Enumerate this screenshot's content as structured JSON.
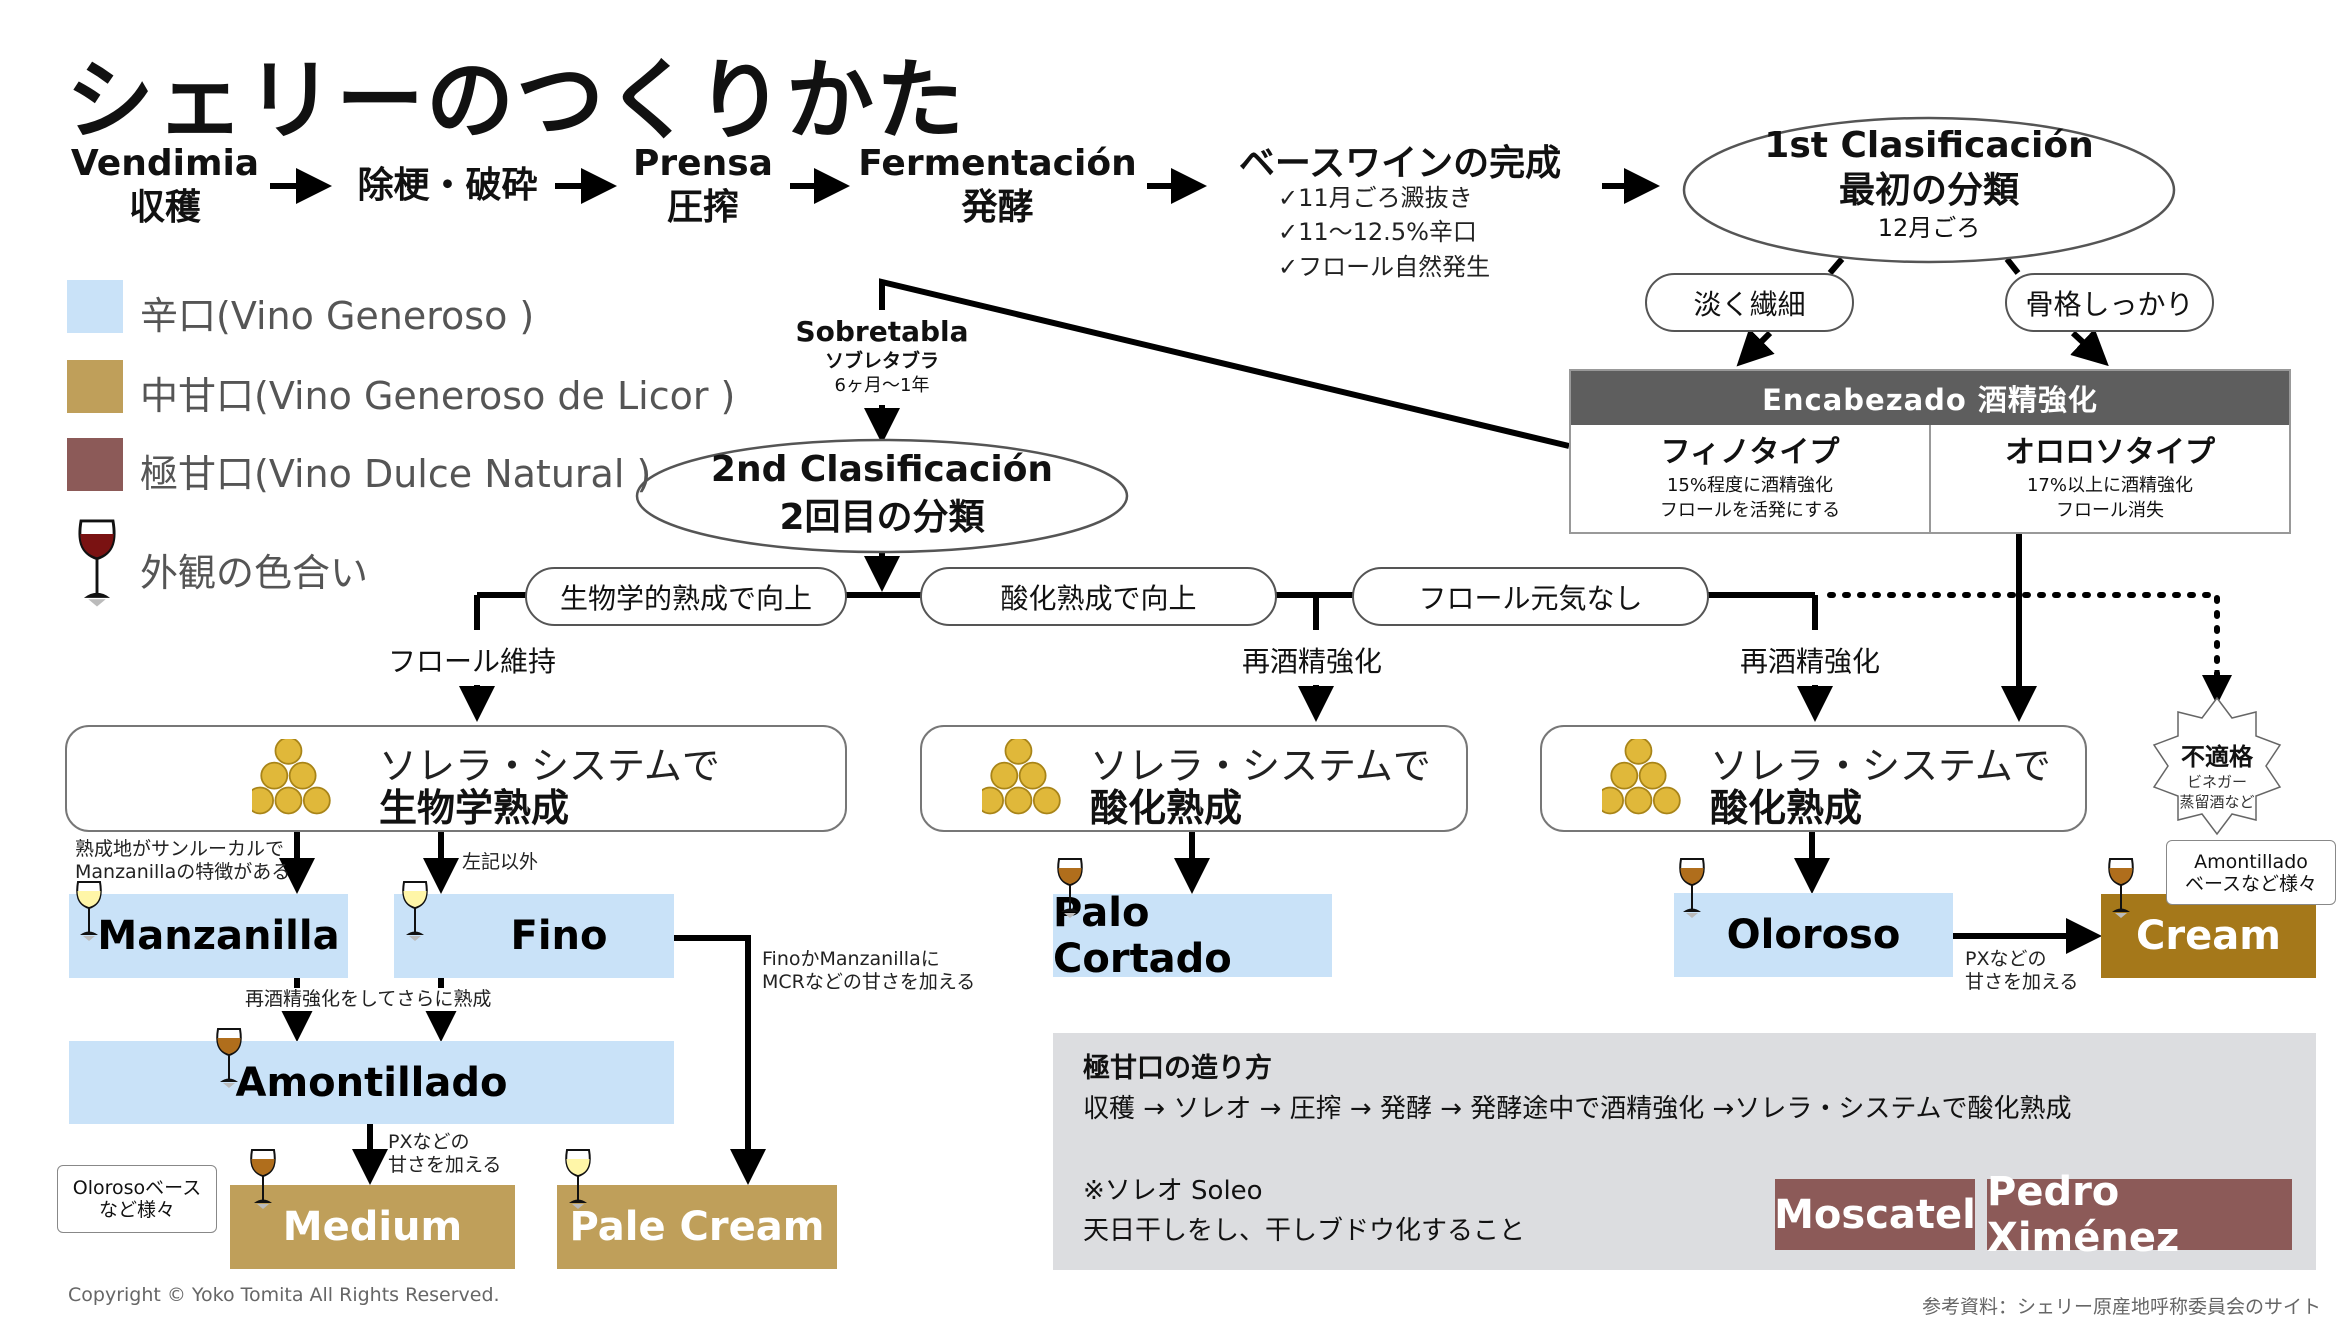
{
  "title": "シェリーのつくりかた",
  "process": [
    {
      "es": "Vendimia",
      "ja": "収穫"
    },
    {
      "es": "",
      "ja": "除梗・破砕"
    },
    {
      "es": "Prensa",
      "ja": "圧搾"
    },
    {
      "es": "Fermentación",
      "ja": "発酵"
    }
  ],
  "base_wine": {
    "title": "ベースワインの完成",
    "checks": [
      "✓11月ごろ澱抜き",
      "✓11〜12.5%辛口",
      "✓フロール自然発生"
    ]
  },
  "first_classification": {
    "title": "1st Clasificación",
    "subtitle": "最初の分類",
    "when": "12月ごろ"
  },
  "first_branches": [
    "淡く繊細",
    "骨格しっかり"
  ],
  "encabezado": {
    "header": "Encabezado 酒精強化",
    "fino_type": {
      "title": "フィノタイプ",
      "lines": [
        "15%程度に酒精強化",
        "フロールを活発にする"
      ]
    },
    "oloroso_type": {
      "title": "オロロソタイプ",
      "lines": [
        "17%以上に酒精強化",
        "フロール消失"
      ]
    }
  },
  "legend": [
    {
      "label": "辛口(Vino Generoso )",
      "color": "#c9e2f8"
    },
    {
      "label": "中甘口(Vino Generoso de Licor )",
      "color": "#bf9f5a"
    },
    {
      "label": "極甘口(Vino Dulce Natural )",
      "color": "#8c5a58"
    },
    {
      "label": "外観の色合い",
      "icon": "wine-glass-icon"
    }
  ],
  "sobretabla": {
    "title": "Sobretabla",
    "kana": "ソブレタブラ",
    "period": "6ヶ月〜1年"
  },
  "second_classification": {
    "title": "2nd Clasificación",
    "subtitle": "2回目の分類"
  },
  "second_branches": [
    "生物学的熟成で向上",
    "酸化熟成で向上",
    "フロール元気なし"
  ],
  "branch_labels": [
    "フロール維持",
    "再酒精強化",
    "再酒精強化"
  ],
  "solera": [
    {
      "line1": "ソレラ・システムで",
      "line2": "生物学熟成"
    },
    {
      "line1": "ソレラ・システムで",
      "line2": "酸化熟成"
    },
    {
      "line1": "ソレラ・システムで",
      "line2": "酸化熟成"
    }
  ],
  "rejected": {
    "title": "不適格",
    "lines": [
      "ビネガー",
      "蒸留酒など"
    ]
  },
  "notes": {
    "manzanilla": [
      "熟成地がサンルーカルで",
      "Manzanillaの特徴がある"
    ],
    "fino": "左記以外",
    "amontillado": "再酒精強化をしてさらに熟成",
    "medium": [
      "PXなどの",
      "甘さを加える"
    ],
    "pale_cream": [
      "FinoかManzanillaに",
      "MCRなどの甘さを加える"
    ],
    "cream": [
      "PXなどの",
      "甘さを加える"
    ],
    "medium_bubble": [
      "Olorosoベース",
      "など様々"
    ],
    "cream_bubble": [
      "Amontillado",
      "ベースなど様々"
    ]
  },
  "wines": {
    "manzanilla": "Manzanilla",
    "fino": "Fino",
    "amontillado": "Amontillado",
    "medium": "Medium",
    "pale_cream": "Pale Cream",
    "palo_cortado": "Palo Cortado",
    "oloroso": "Oloroso",
    "cream": "Cream",
    "moscatel": "Moscatel",
    "pedro_ximenez": "Pedro Ximénez"
  },
  "dulce": {
    "title": "極甘口の造り方",
    "process_prefix": "収穫 → ソレオ → 圧搾 → 発酵 → 発酵途中で酒精強化 →",
    "process_underlined": "ソレラ・システムで酸化熟成",
    "note1": "※ソレオ Soleo",
    "note2": "天日干しをし、干しブドウ化すること"
  },
  "glass_colors": {
    "pale": "#fff6a8",
    "amber": "#b06e1c",
    "red": "#7a1212"
  },
  "copyright": "Copyright © Yoko Tomita All Rights Reserved.",
  "source": "参考資料：シェリー原産地呼称委員会のサイト"
}
